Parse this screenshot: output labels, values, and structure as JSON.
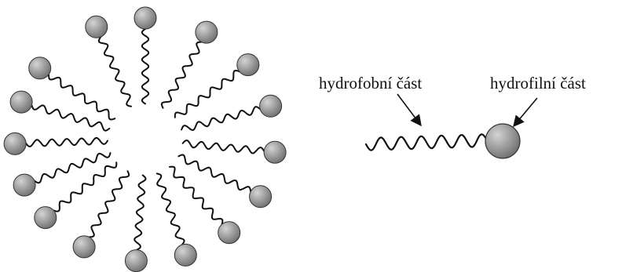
{
  "diagram": {
    "micelle": {
      "molecule_count": 16,
      "head_color": "#8f8f8f",
      "tail_color": "#111111"
    },
    "single_molecule": {
      "labels": {
        "hydrophobic": "hydrofobní část",
        "hydrophilic": "hydrofilní část"
      }
    }
  }
}
